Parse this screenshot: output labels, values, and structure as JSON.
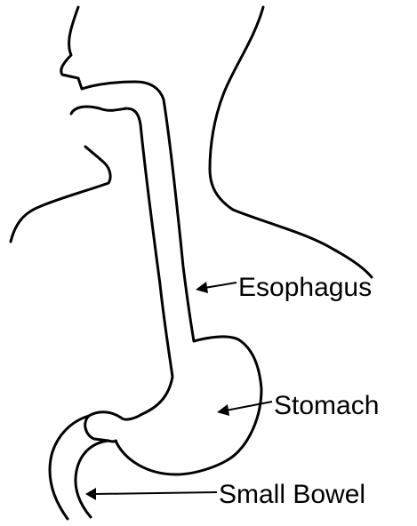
{
  "labels": {
    "esophagus": "Esophagus",
    "stomach": "Stomach",
    "small_bowel": "Small Bowel"
  },
  "colors": {
    "outline": "#000000",
    "background": "#ffffff"
  }
}
